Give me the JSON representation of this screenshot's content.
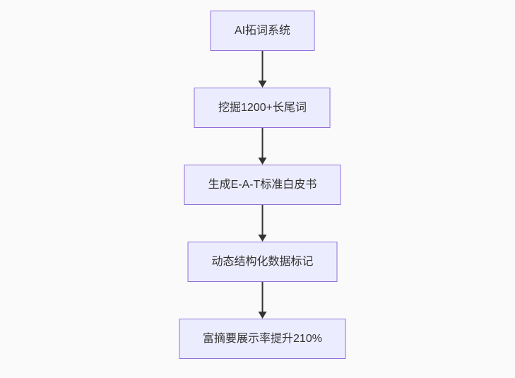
{
  "diagram": {
    "type": "flowchart",
    "direction": "top-down",
    "colors": {
      "background": "#fafafa",
      "node_fill": "#ececff",
      "node_border": "#9370db",
      "node_text": "#333333",
      "arrow": "#333333"
    },
    "nodes": [
      {
        "label": "AI拓词系统"
      },
      {
        "label": "挖掘1200+长尾词"
      },
      {
        "label": "生成E-A-T标准白皮书"
      },
      {
        "label": "动态结构化数据标记"
      },
      {
        "label": "富摘要展示率提升210%"
      }
    ],
    "edges": [
      {
        "from": 0,
        "to": 1
      },
      {
        "from": 1,
        "to": 2
      },
      {
        "from": 2,
        "to": 3
      },
      {
        "from": 3,
        "to": 4
      }
    ]
  }
}
